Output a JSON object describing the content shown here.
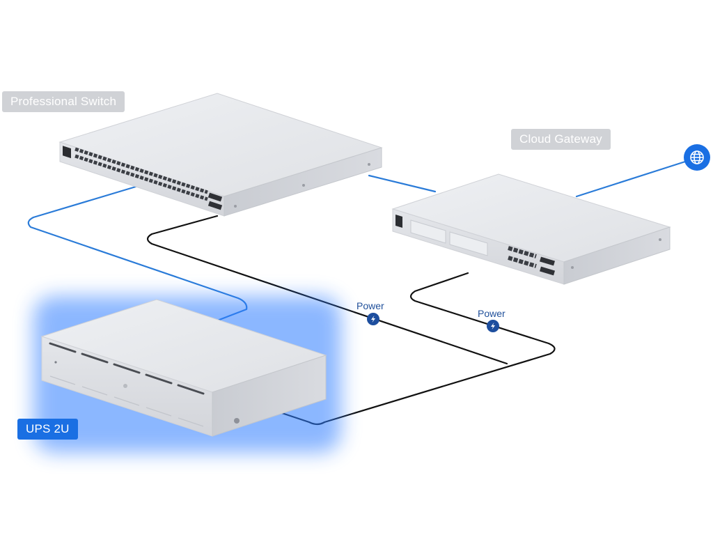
{
  "labels": {
    "switch": "Professional Switch",
    "gateway": "Cloud Gateway",
    "ups": "UPS 2U",
    "power_left": "Power",
    "power_right": "Power"
  },
  "colors": {
    "data_link": "#2a7bd8",
    "power_link": "#111111",
    "highlight_glow": "#2e7dff",
    "label_grey": "#d0d2d6",
    "label_blue": "#1a6fe3",
    "power_badge": "#1d4e9e",
    "device_body": "#e6e7ea"
  },
  "icons": {
    "internet": "globe-icon",
    "power": "lightning-icon"
  }
}
